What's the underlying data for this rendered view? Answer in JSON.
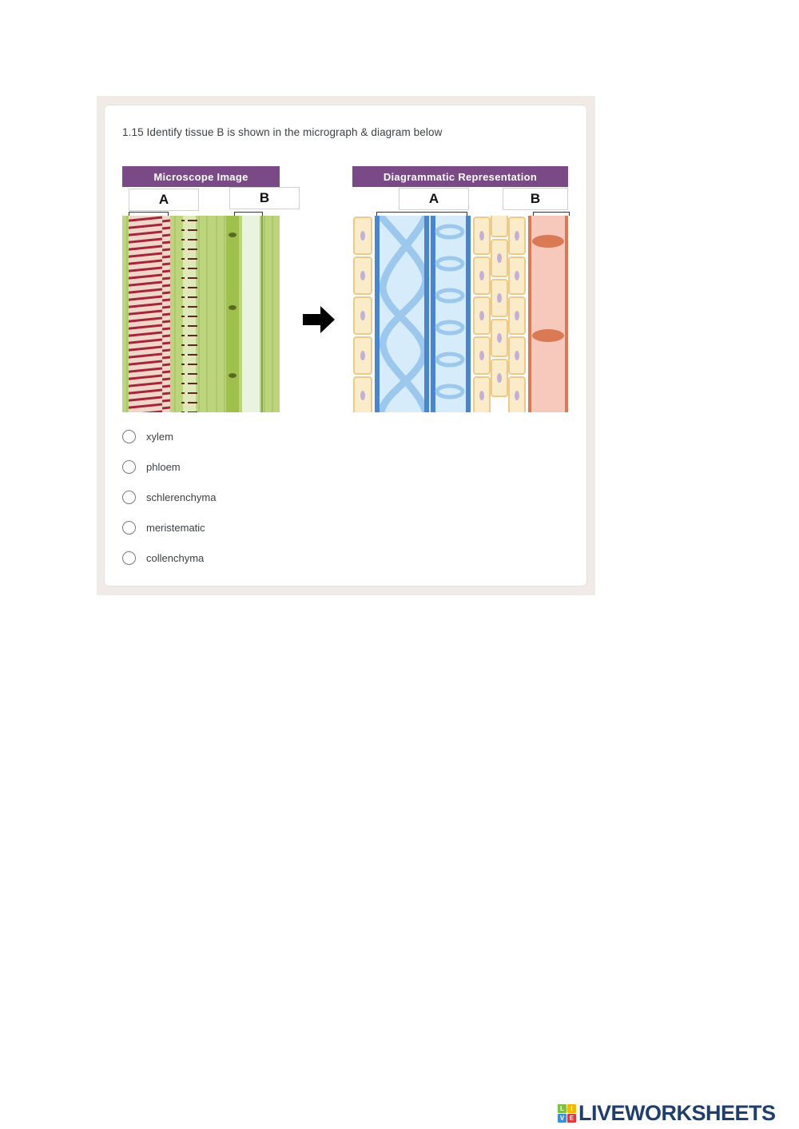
{
  "question": {
    "text": "1.15 Identify tissue B is shown in the micrograph & diagram below"
  },
  "figure": {
    "microscope_header": "Microscope Image",
    "diagram_header": "Diagrammatic Representation",
    "label_a": "A",
    "label_b": "B",
    "arrow_icon": "right-arrow-icon",
    "colors": {
      "header_bg": "#7a4a86",
      "micro_green": "#b8d27a",
      "micro_red": "#a3263a",
      "diag_blue": "#4a86cf",
      "diag_light_blue": "#d6ecfa",
      "diag_cell": "#f8e6b5",
      "diag_pink": "#f7c9bd",
      "diag_salmon": "#d97a55"
    }
  },
  "options": [
    {
      "label": "xylem",
      "selected": false
    },
    {
      "label": "phloem",
      "selected": false
    },
    {
      "label": "schlerenchyma",
      "selected": false
    },
    {
      "label": "meristematic",
      "selected": false
    },
    {
      "label": "collenchyma",
      "selected": false
    }
  ],
  "branding": {
    "logo_letters": [
      "L",
      "I",
      "V",
      "E"
    ],
    "logo_colors": [
      "#7cc242",
      "#f5b800",
      "#3b8fd9",
      "#e2373f"
    ],
    "name": "LIVEWORKSHEETS"
  }
}
